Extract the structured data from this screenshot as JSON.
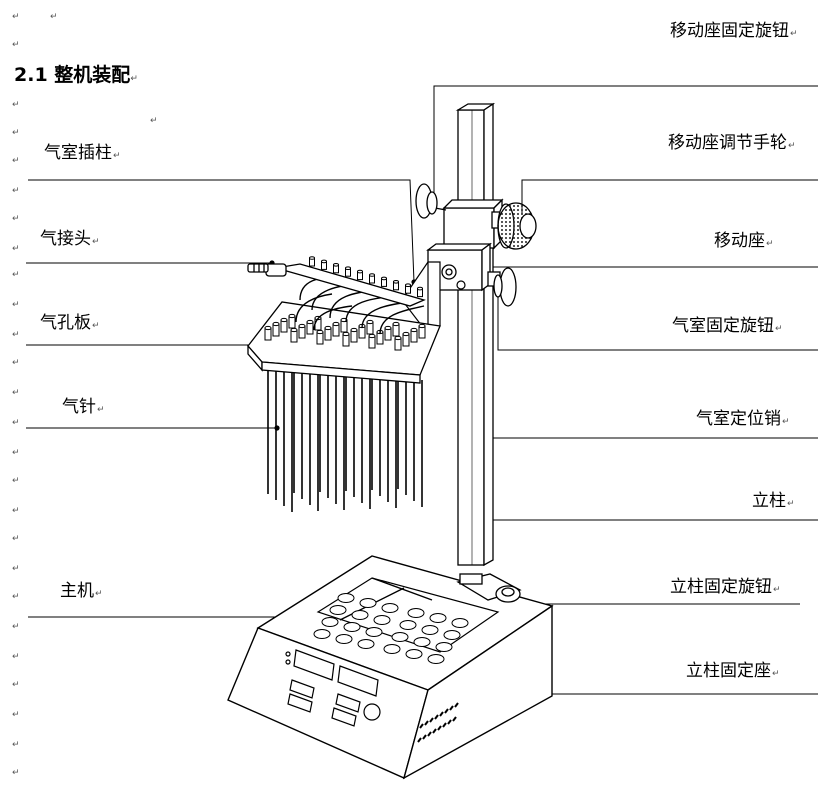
{
  "section": {
    "number": "2.1",
    "title": "整机装配"
  },
  "para_mark": "↵",
  "labels": {
    "left": {
      "air_chamber_post": "气室插柱",
      "air_connector": "气接头",
      "air_hole_plate": "气孔板",
      "air_needle": "气针",
      "main_unit": "主机"
    },
    "right": {
      "carriage_fix_knob": "移动座固定旋钮",
      "carriage_adjust_handwheel": "移动座调节手轮",
      "carriage": "移动座",
      "air_chamber_fix_knob": "气室固定旋钮",
      "air_chamber_locating_pin": "气室定位销",
      "column": "立柱",
      "column_fix_knob": "立柱固定旋钮",
      "column_fix_seat": "立柱固定座"
    }
  }
}
